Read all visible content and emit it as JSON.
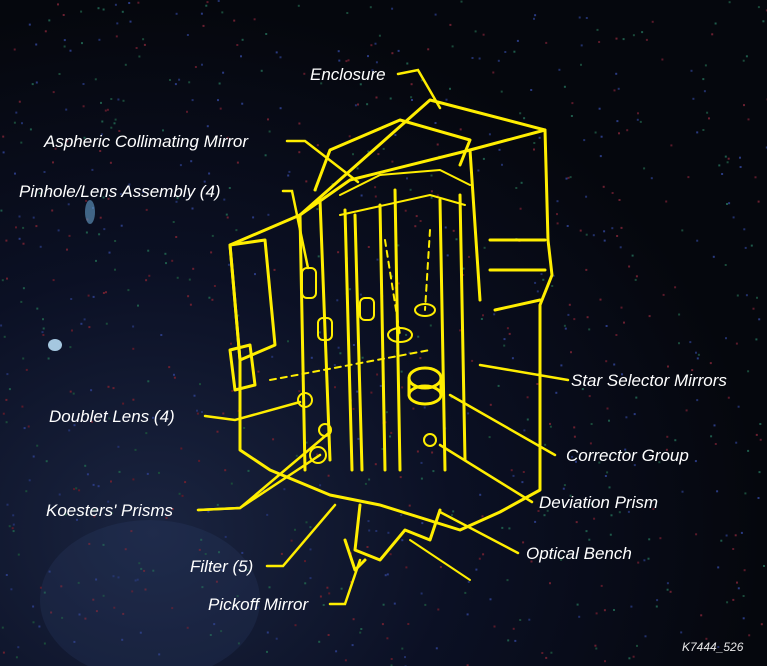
{
  "labels": {
    "enclosure": "Enclosure",
    "aspheric": "Aspheric Collimating Mirror",
    "pinhole": "Pinhole/Lens Assembly (4)",
    "star": "Star Selector Mirrors",
    "doublet": "Doublet Lens (4)",
    "corrector": "Corrector Group",
    "koesters": "Koesters' Prisms",
    "deviation": "Deviation Prism",
    "filter": "Filter (5)",
    "bench": "Optical Bench",
    "pickoff": "Pickoff Mirror"
  },
  "figure_id": "K7444_526",
  "colors": {
    "outline": "#ffee00",
    "text": "#ffffff",
    "background": "#05070d"
  }
}
